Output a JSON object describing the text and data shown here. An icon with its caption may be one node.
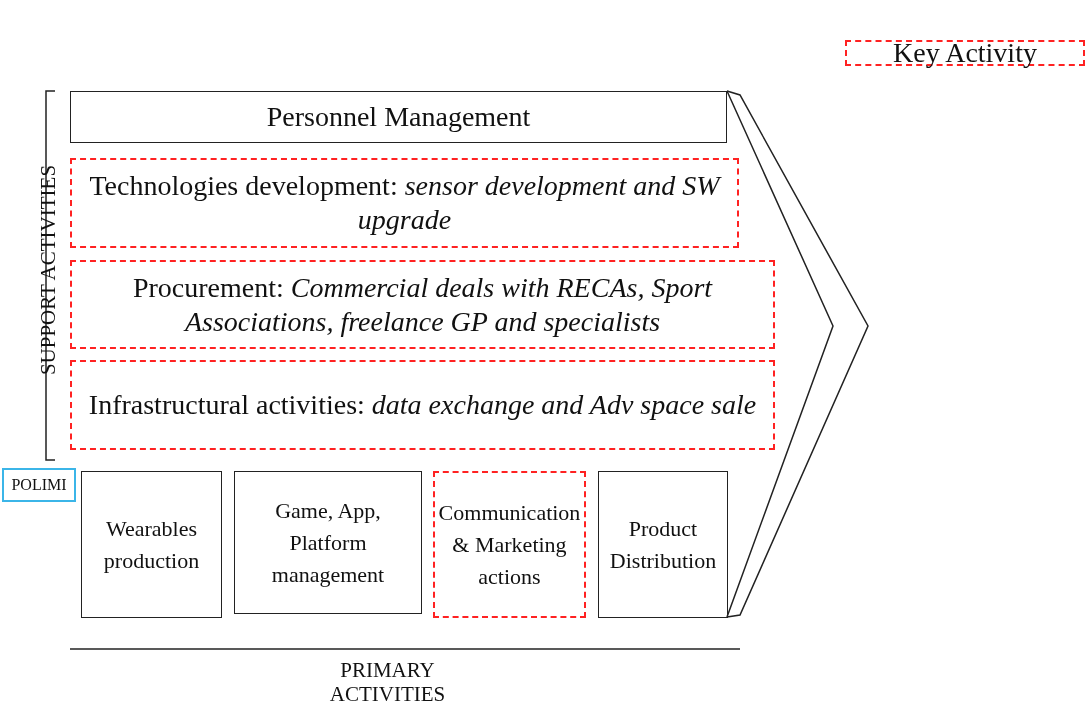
{
  "diagram": {
    "nodes": [
      {
        "text": [
          "Personnel Management"
        ]
      },
      {
        "text": [
          "Technologies development: *sensor development and SW upgrade*"
        ]
      },
      {
        "text": [
          "Procurement: *Commercial deals with RECAs, Sport Associations, freelance GP and specialists*"
        ]
      },
      {
        "text": [
          "Infrastructural activities: *data exchange and Adv space sale*"
        ]
      },
      {
        "text": [
          "Wearables production"
        ]
      },
      {
        "text": [
          "Game, App, Platform management"
        ]
      },
      {
        "text": [
          "Communication & Marketing actions"
        ]
      },
      {
        "text": [
          "Product Distribution"
        ]
      },
      {
        "text": [
          "POLIMI"
        ]
      }
    ],
    "edges": [],
    "labels": [
      "SUPPORT ACTIVITIES",
      "PRIMARY ACTIVITIES"
    ],
    "legend": [
      {
        "text": "Key Activity"
      }
    ]
  }
}
